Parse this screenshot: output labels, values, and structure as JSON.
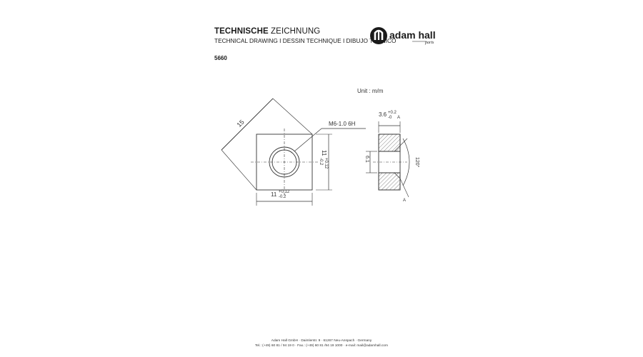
{
  "header": {
    "title_bold": "TECHNISCHE",
    "title_light": " ZEICHNUNG",
    "subtitle": "TECHNICAL DRAWING I DESSIN TECHNIQUE I DIBUJO TECNICO"
  },
  "brand": {
    "logo_text": "adam hall",
    "logo_tag": "parts"
  },
  "part_number": "5660",
  "drawing": {
    "unit": "Unit : m/m",
    "thread": "M6-1.0  6H",
    "diag": "15",
    "width_main": "11",
    "tol_plus": "+0.12",
    "tol_minus": "-0.2",
    "thickness_main": "3.6",
    "thickness_plus": "+0.2",
    "thickness_minus": "-0",
    "section_mark": "A",
    "bore": "6.1",
    "angle": "120°"
  },
  "footer": {
    "line1": "Adam Hall GmbH · Daimlerstr. 9 · 61267 Neu-Anspach · Germany",
    "line2": "Tel.: (+49) 60 81 / 94 19 0 · Fax.: (+49) 60 81 /94 19 1000 · e-mail: mail@adamhall.com"
  }
}
